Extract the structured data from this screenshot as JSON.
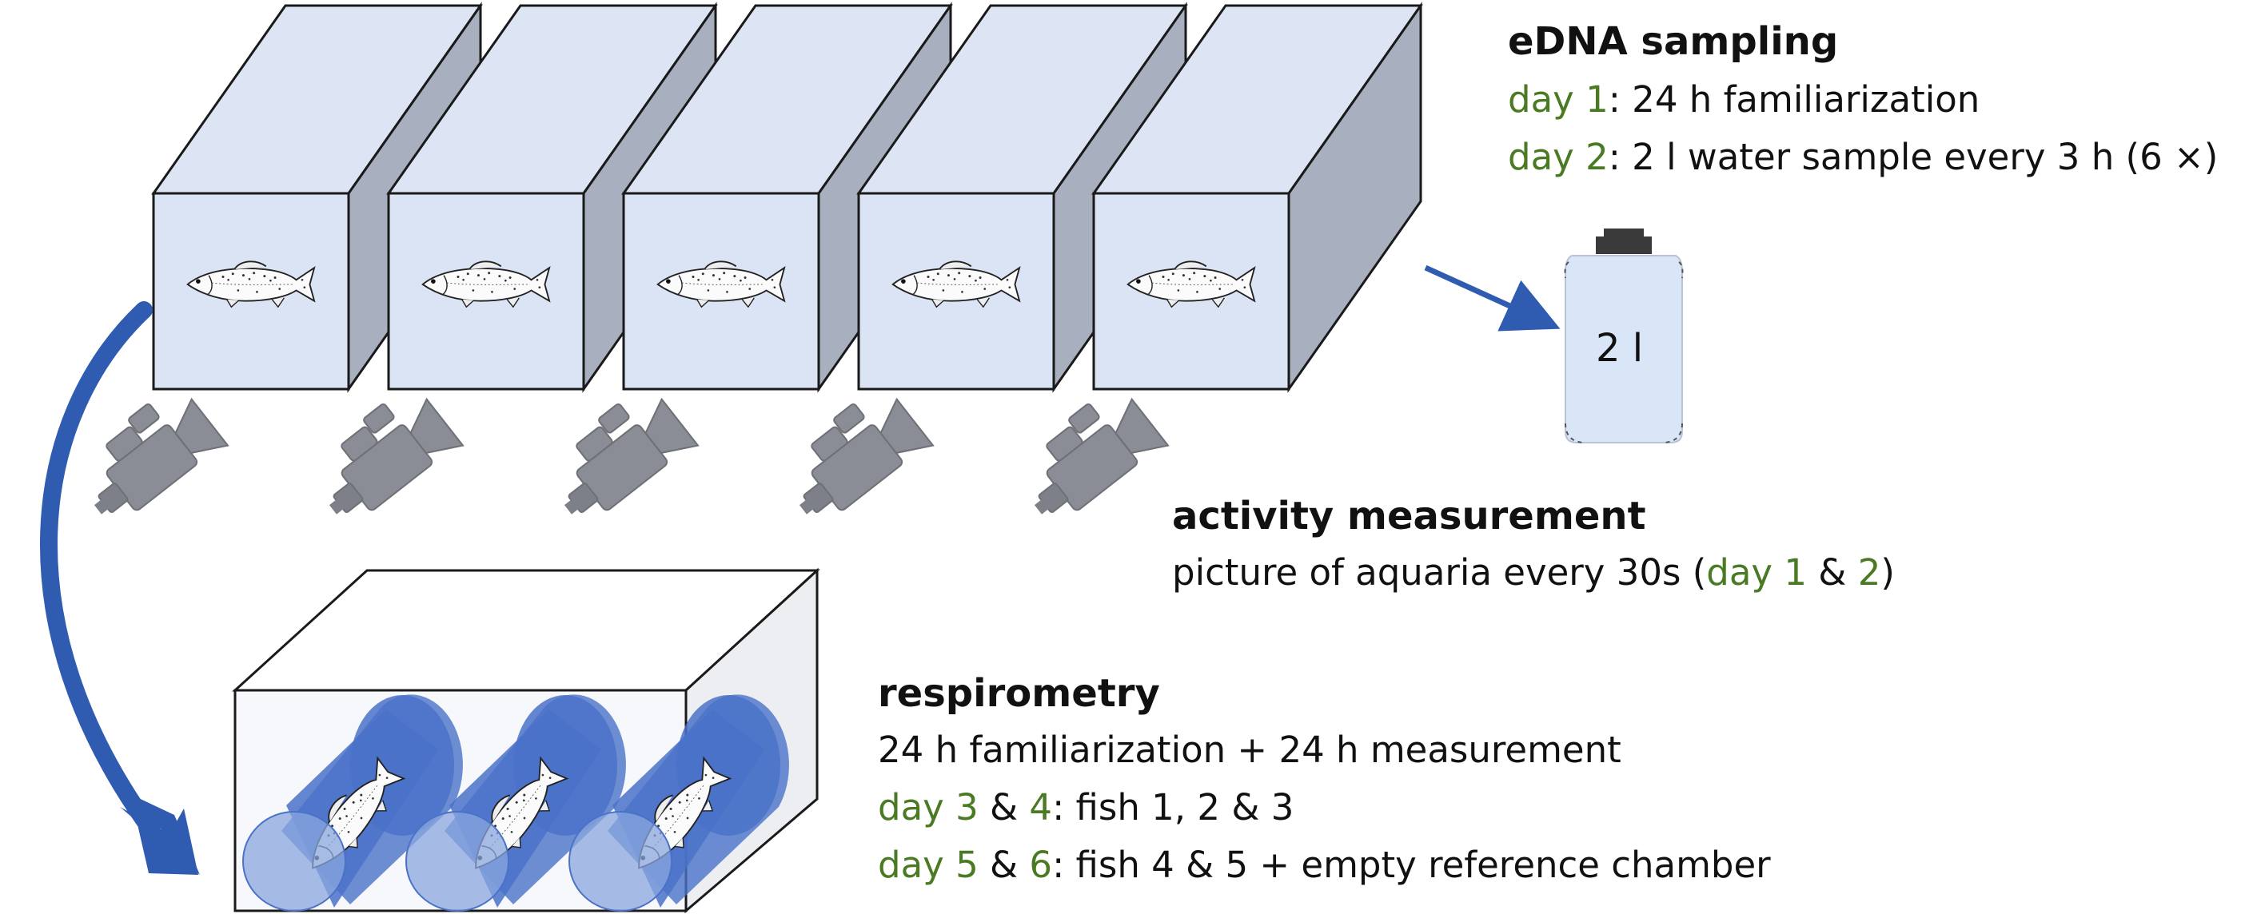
{
  "colors": {
    "tank_front": "#dbe4f4",
    "tank_top": "#dde5f5",
    "tank_side": "#a8b0bf",
    "outline": "#1a1a1a",
    "camera": "#8a8d95",
    "camera_dark": "#6e7178",
    "arrow_blue": "#2f5bb0",
    "bottle_fill": "#d9e6f7",
    "bottle_cap": "#3a3a3a",
    "cylinder_fill": "#4a72c8",
    "cylinder_light": "#8aa7dd",
    "resp_box_front": "#f7f8fb",
    "resp_box_side": "#eceef2",
    "highlight_green": "#4a7a23"
  },
  "icons": {
    "fish": "fish-icon",
    "camera": "video-camera-icon",
    "bottle": "water-bottle-icon"
  },
  "edna": {
    "title": "eDNA sampling",
    "line1": {
      "day": "day 1",
      "rest": ": 24 h familiarization"
    },
    "line2": {
      "day": "day 2",
      "rest": ": 2 l water sample every 3 h (6 ×)"
    }
  },
  "bottle_label": "2 l",
  "activity": {
    "title": "activity measurement",
    "pre": "picture of aquaria every 30s (",
    "d1": "day 1",
    "amp": " & ",
    "d2": "2",
    "post": ")"
  },
  "respirometry": {
    "title": "respirometry",
    "line1": "24 h familiarization + 24 h measurement",
    "line2": {
      "d_a": "day 3",
      "amp": " & ",
      "d_b": "4",
      "rest": ": fish 1, 2 & 3"
    },
    "line3": {
      "d_a": "day 5",
      "amp": " & ",
      "d_b": "6",
      "rest": ": fish 4 & 5 + empty reference chamber"
    }
  },
  "tank_count": 5,
  "chamber_count": 3
}
